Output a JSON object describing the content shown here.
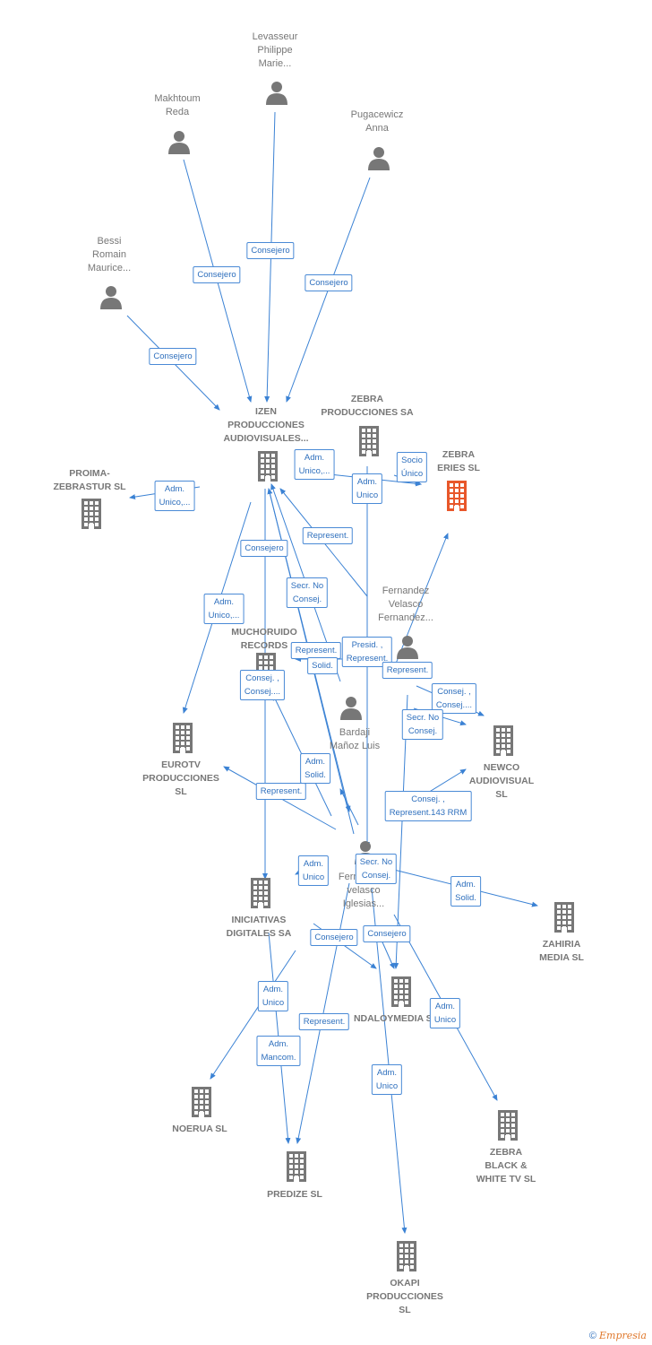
{
  "nodes": {
    "levasseur": {
      "label": "Levasseur\nPhilippe\nMarie...",
      "type": "person-icon"
    },
    "makhtoum": {
      "label": "Makhtoum\nReda",
      "type": "person-icon"
    },
    "pugacewicz": {
      "label": "Pugacewicz\nAnna",
      "type": "person-icon"
    },
    "bessi": {
      "label": "Bessi\nRomain\nMaurice...",
      "type": "person-icon"
    },
    "izen": {
      "label": "IZEN\nPRODUCCIONES\nAUDIOVISUALES...",
      "type": "building-icon"
    },
    "zebra_prod": {
      "label": "ZEBRA\nPRODUCCIONES SA",
      "type": "building-icon"
    },
    "zebra_series": {
      "label": "ZEBRA\nERIES  SL",
      "type": "building-icon",
      "color": "#e8572a"
    },
    "proima": {
      "label": "PROIMA-\nZEBRASTUR SL",
      "type": "building-icon"
    },
    "fernandez_velasco": {
      "label": "Fernandez\nVelasco\nFernandez...",
      "type": "person-icon"
    },
    "muchoruido": {
      "label": "MUCHORUIDO\nRECORDS",
      "type": "building-icon"
    },
    "bardaji": {
      "label": "Bardaji\nMañoz Luis",
      "type": "person-icon"
    },
    "eurotv": {
      "label": "EUROTV\nPRODUCCIONES\nSL",
      "type": "building-icon"
    },
    "newco": {
      "label": "NEWCO\nAUDIOVISUAL\nSL",
      "type": "building-icon"
    },
    "fernandez_iglesias": {
      "label": "Fernandez-\nvelasco\nIglesias...",
      "type": "person-icon"
    },
    "iniciativas": {
      "label": "INICIATIVAS\nDIGITALES SA",
      "type": "building-icon"
    },
    "zahiria": {
      "label": "ZAHIRIA\nMEDIA SL",
      "type": "building-icon"
    },
    "dalaymedia": {
      "label": "NDALOYMEDIA SL",
      "type": "building-icon"
    },
    "noerua": {
      "label": "NOERUA SL",
      "type": "building-icon"
    },
    "predize": {
      "label": "PREDIZE  SL",
      "type": "building-icon"
    },
    "zebra_bw": {
      "label": "ZEBRA\nBLACK &\nWHITE TV  SL",
      "type": "building-icon"
    },
    "okapi": {
      "label": "OKAPI\nPRODUCCIONES\nSL",
      "type": "building-icon"
    }
  },
  "edge_labels": [
    "Consejero",
    "Consejero",
    "Consejero",
    "Consejero",
    "Adm.\nUnico,...",
    "Adm.\nUnico,...",
    "Socio\nÚnico",
    "Adm.\nUnico",
    "Represent.",
    "Consejero",
    "Secr.  No\nConsej.",
    "Adm.\nUnico,...",
    "Presid. ,\nRepresent.",
    "Represent.",
    "Solid.",
    "Represent.",
    "Consej. ,\nConsej....",
    "Consej. ,\nConsej....",
    "Secr.  No\nConsej.",
    "Adm.\nSolid.",
    "Represent.",
    "Consej. ,\nRepresent.143 RRM",
    "Adm.\nUnico",
    "Secr.  No\nConsej.",
    "Adm.\nSolid.",
    "Consejero",
    "Consejero",
    "Adm.\nUnico",
    "Represent.",
    "Adm.\nMancom.",
    "Adm.\nUnico",
    "Adm.\nUnico"
  ],
  "brand": {
    "symbol": "©",
    "name": "Empresia"
  },
  "colors": {
    "edge": "#3b82d4",
    "node": "#777777",
    "highlight": "#e8572a"
  }
}
